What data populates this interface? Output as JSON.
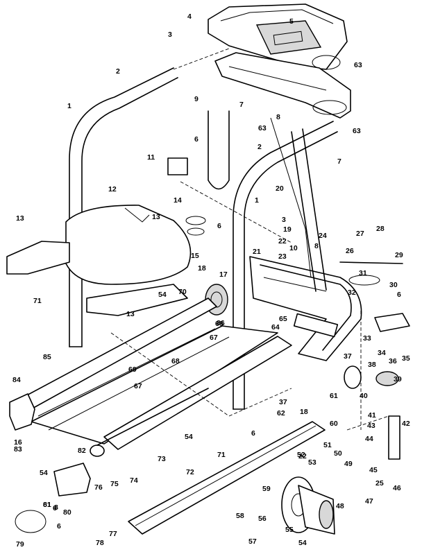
{
  "callouts": [
    {
      "label": "1"
    },
    {
      "label": "1"
    },
    {
      "label": "2"
    },
    {
      "label": "2"
    },
    {
      "label": "3"
    },
    {
      "label": "3"
    },
    {
      "label": "4"
    },
    {
      "label": "5"
    },
    {
      "label": "6"
    },
    {
      "label": "6"
    },
    {
      "label": "6"
    },
    {
      "label": "6"
    },
    {
      "label": "6"
    },
    {
      "label": "6"
    },
    {
      "label": "7"
    },
    {
      "label": "7"
    },
    {
      "label": "8"
    },
    {
      "label": "8"
    },
    {
      "label": "8"
    },
    {
      "label": "9"
    },
    {
      "label": "10"
    },
    {
      "label": "11"
    },
    {
      "label": "12"
    },
    {
      "label": "13"
    },
    {
      "label": "13"
    },
    {
      "label": "13"
    },
    {
      "label": "14"
    },
    {
      "label": "15"
    },
    {
      "label": "16"
    },
    {
      "label": "17"
    },
    {
      "label": "18"
    },
    {
      "label": "18"
    },
    {
      "label": "19"
    },
    {
      "label": "20"
    },
    {
      "label": "21"
    },
    {
      "label": "22"
    },
    {
      "label": "22"
    },
    {
      "label": "23"
    },
    {
      "label": "24"
    },
    {
      "label": "25"
    },
    {
      "label": "26"
    },
    {
      "label": "27"
    },
    {
      "label": "28"
    },
    {
      "label": "29"
    },
    {
      "label": "30"
    },
    {
      "label": "31"
    },
    {
      "label": "32"
    },
    {
      "label": "33"
    },
    {
      "label": "34"
    },
    {
      "label": "35"
    },
    {
      "label": "36"
    },
    {
      "label": "37"
    },
    {
      "label": "37"
    },
    {
      "label": "38"
    },
    {
      "label": "39"
    },
    {
      "label": "40"
    },
    {
      "label": "41"
    },
    {
      "label": "42"
    },
    {
      "label": "43"
    },
    {
      "label": "44"
    },
    {
      "label": "45"
    },
    {
      "label": "46"
    },
    {
      "label": "47"
    },
    {
      "label": "48"
    },
    {
      "label": "49"
    },
    {
      "label": "50"
    },
    {
      "label": "51"
    },
    {
      "label": "52"
    },
    {
      "label": "53"
    },
    {
      "label": "54"
    },
    {
      "label": "54"
    },
    {
      "label": "54"
    },
    {
      "label": "54"
    },
    {
      "label": "55"
    },
    {
      "label": "56"
    },
    {
      "label": "57"
    },
    {
      "label": "58"
    },
    {
      "label": "59"
    },
    {
      "label": "60"
    },
    {
      "label": "61"
    },
    {
      "label": "61"
    },
    {
      "label": "62"
    },
    {
      "label": "63"
    },
    {
      "label": "63"
    },
    {
      "label": "63"
    },
    {
      "label": "64"
    },
    {
      "label": "65"
    },
    {
      "label": "66"
    },
    {
      "label": "67"
    },
    {
      "label": "67"
    },
    {
      "label": "68"
    },
    {
      "label": "69"
    },
    {
      "label": "70"
    },
    {
      "label": "71"
    },
    {
      "label": "71"
    },
    {
      "label": "72"
    },
    {
      "label": "73"
    },
    {
      "label": "74"
    },
    {
      "label": "75"
    },
    {
      "label": "76"
    },
    {
      "label": "77"
    },
    {
      "label": "78"
    },
    {
      "label": "79"
    },
    {
      "label": "80"
    },
    {
      "label": "81"
    },
    {
      "label": "82"
    },
    {
      "label": "83"
    },
    {
      "label": "84"
    },
    {
      "label": "85"
    },
    {
      "label": "86"
    }
  ]
}
